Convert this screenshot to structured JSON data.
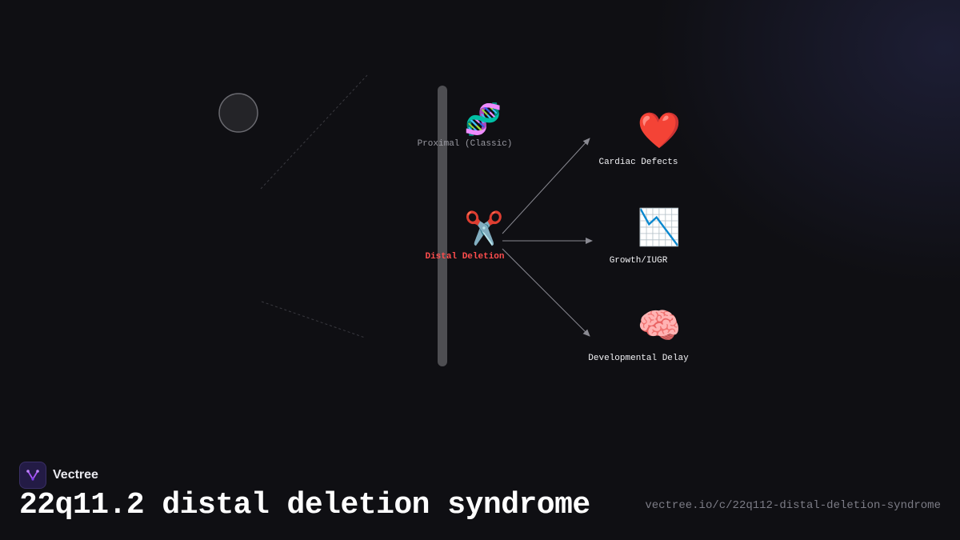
{
  "diagram": {
    "nodes": {
      "proximal": {
        "label": "Proximal (Classic)",
        "icon": "dna-icon",
        "glyph": "🧬",
        "color": "#9a9aa2"
      },
      "distal": {
        "label": "Distal Deletion",
        "icon": "scissors-icon",
        "glyph": "✂️",
        "color": "#ff4d4d"
      },
      "cardiac": {
        "label": "Cardiac Defects",
        "icon": "heart-icon",
        "glyph": "❤️",
        "color": "#f2f2f5"
      },
      "growth": {
        "label": "Growth/IUGR",
        "icon": "chart-decreasing-icon",
        "glyph": "📉",
        "color": "#f2f2f5"
      },
      "development": {
        "label": "Developmental Delay",
        "icon": "brain-icon",
        "glyph": "🧠",
        "color": "#f2f2f5"
      }
    },
    "edges": [
      {
        "from": "distal",
        "to": "cardiac"
      },
      {
        "from": "distal",
        "to": "growth"
      },
      {
        "from": "distal",
        "to": "development"
      }
    ]
  },
  "footer": {
    "brand_name": "Vectree",
    "title": "22q11.2 distal deletion syndrome",
    "url": "vectree.io/c/22q112-distal-deletion-syndrome"
  },
  "colors": {
    "background": "#0f0f13",
    "chromosome_bar": "#4e4e52",
    "arrow": "#8a8a92",
    "brand_accent": "#a855f7"
  }
}
